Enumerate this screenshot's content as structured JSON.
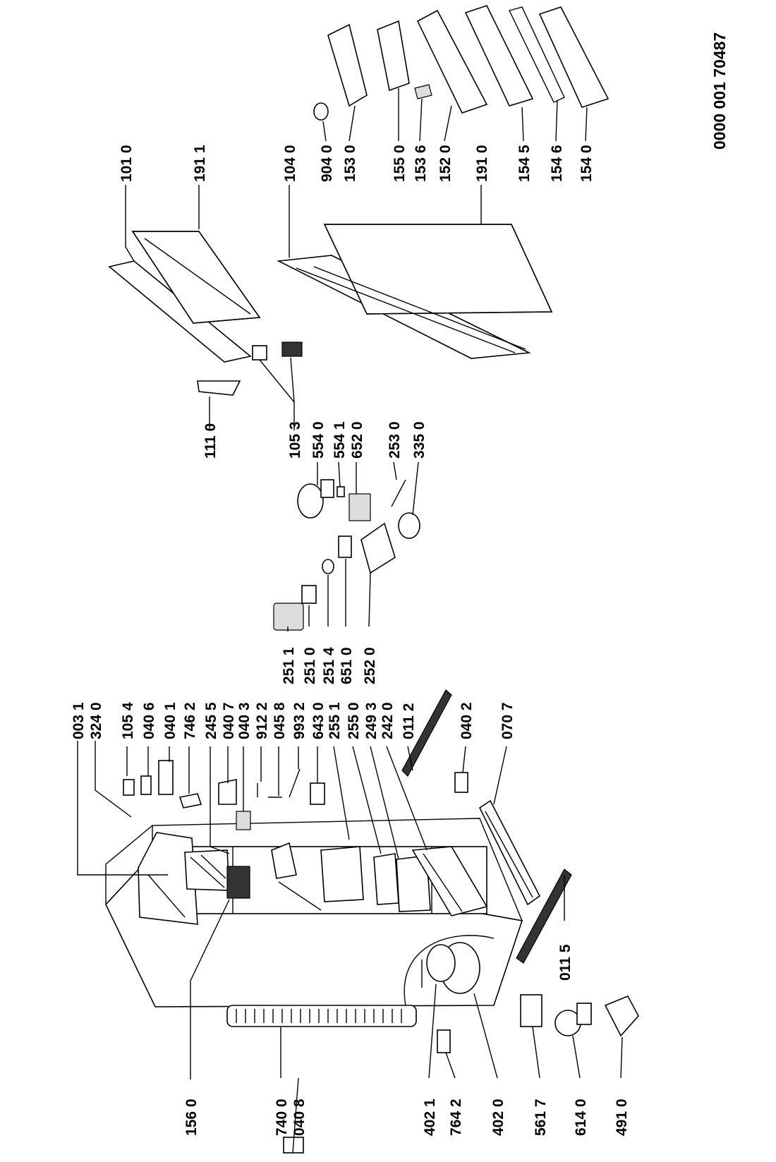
{
  "drawing_code": "0000  001 70487",
  "callouts": {
    "c0031": "003 1",
    "c3240": "324 0",
    "c1054": "105 4",
    "c0406": "040 6",
    "c0401": "040 1",
    "c7462": "746 2",
    "c2455": "245 5",
    "c0407": "040 7",
    "c0403": "040 3",
    "c9122": "912 2",
    "c0458": "045 8",
    "c9932": "993 2",
    "c6430": "643 0",
    "c2551": "255 1",
    "c2550": "255 0",
    "c2493": "249 3",
    "c2420": "242 0",
    "c0112": "011 2",
    "c0402": "040 2",
    "c0707": "070 7",
    "c2511": "251 1",
    "c2510": "251 0",
    "c2514": "251 4",
    "c6510": "651 0",
    "c2520": "252 0",
    "c1110": "111 0",
    "c1053": "105 3",
    "c5540": "554 0",
    "c5541": "554 1",
    "c6520": "652 0",
    "c2530": "253 0",
    "c3350": "335 0",
    "c1010": "101 0",
    "c1911": "191 1",
    "c1040": "104 0",
    "c1910": "191 0",
    "c9040": "904 0",
    "c1530": "153 0",
    "c1550": "155 0",
    "c1536": "153 6",
    "c1520": "152 0",
    "c1545": "154 5",
    "c1546": "154 6",
    "c1540": "154 0",
    "c1560": "156 0",
    "c7400": "740 0",
    "c0408": "040 8",
    "c4021": "402 1",
    "c7642": "764 2",
    "c4020": "402 0",
    "c5617": "561 7",
    "c6140": "614 0",
    "c4910": "491 0",
    "c0115": "011 5"
  }
}
